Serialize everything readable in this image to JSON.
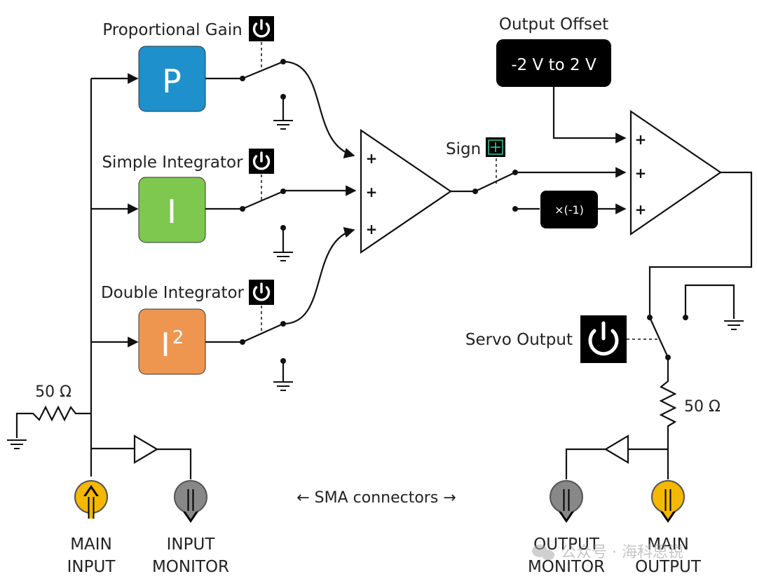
{
  "blocks": {
    "p": {
      "title": "Proportional Gain",
      "symbol": "P",
      "color": "#1e90cc"
    },
    "i": {
      "title": "Simple Integrator",
      "symbol": "I",
      "color": "#7ec850"
    },
    "i2": {
      "title": "Double Integrator",
      "symbol": "I",
      "superscript": "2",
      "color": "#ee9650"
    }
  },
  "sum_amp": {
    "inputs": [
      "+",
      "+",
      "+"
    ]
  },
  "sign": {
    "label": "Sign"
  },
  "offset": {
    "title": "Output Offset",
    "range": "-2 V to 2 V"
  },
  "invert": {
    "label": "×(-1)"
  },
  "output_amp": {
    "inputs": [
      "+",
      "+",
      "+"
    ]
  },
  "servo": {
    "label": "Servo Output"
  },
  "resistors": {
    "input": "50 Ω",
    "output": "50 Ω"
  },
  "sma_label": "← SMA connectors →",
  "connectors": {
    "main_input": {
      "line1": "MAIN",
      "line2": "INPUT",
      "color": "#f5b800"
    },
    "input_monitor": {
      "line1": "INPUT",
      "line2": "MONITOR",
      "color": "#888888"
    },
    "output_monitor": {
      "line1": "OUTPUT",
      "line2": "MONITOR",
      "color": "#888888"
    },
    "main_output": {
      "line1": "MAIN",
      "line2": "OUTPUT",
      "color": "#f5b800"
    }
  },
  "watermark": "公众号 · 海科思锐"
}
